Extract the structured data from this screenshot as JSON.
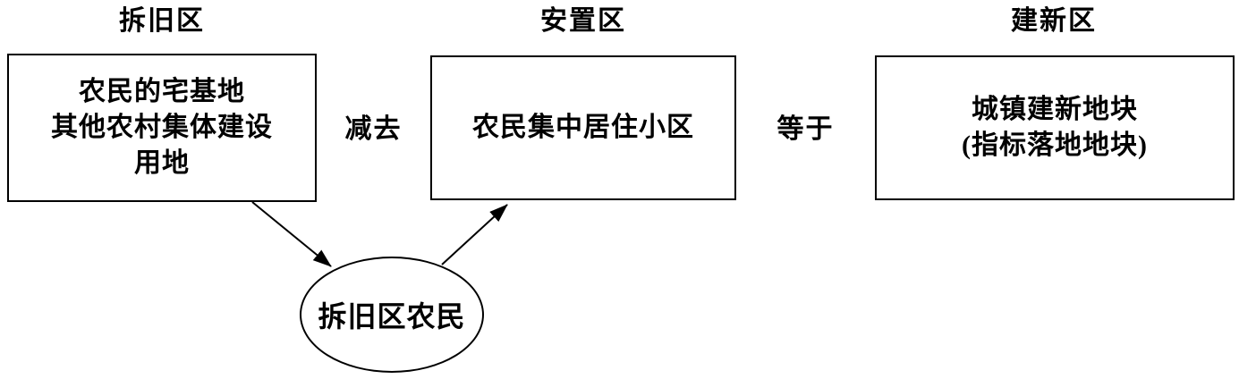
{
  "diagram": {
    "headers": {
      "demolition": "拆旧区",
      "resettlement": "安置区",
      "new_construction": "建新区"
    },
    "boxes": {
      "demolition": {
        "lines": [
          "农民的宅基地",
          "其他农村集体建设",
          "用地"
        ]
      },
      "resettlement": {
        "lines": [
          "农民集中居住小区"
        ]
      },
      "new_construction": {
        "lines": [
          "城镇建新地块",
          "(指标落地地块)"
        ]
      }
    },
    "operators": {
      "minus": "减去",
      "equals": "等于"
    },
    "ellipse": {
      "label": "拆旧区农民"
    },
    "colors": {
      "line": "#000000",
      "text": "#000000",
      "background": "#ffffff"
    }
  }
}
